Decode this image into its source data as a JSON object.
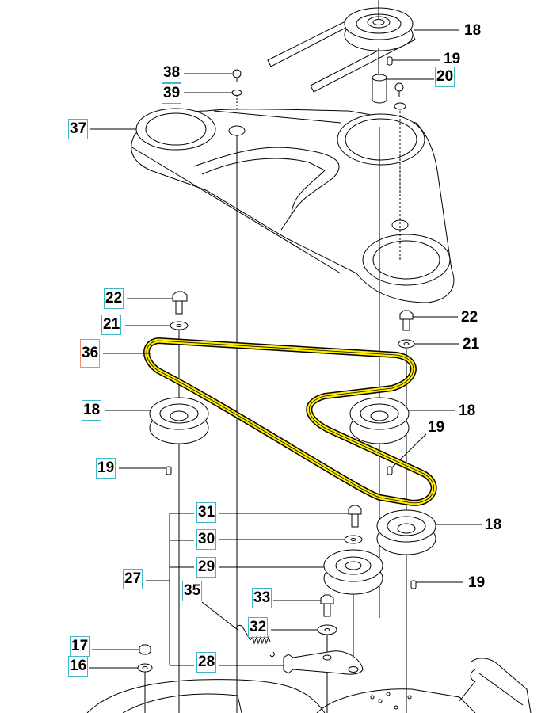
{
  "diagram": {
    "type": "exploded-parts-diagram",
    "highlight_color": "#ffec00",
    "callout_box_color": "#3fb8c8",
    "selected_callout_color": "#f08a6a",
    "selected_part": "36",
    "callouts": {
      "c18_top": "18",
      "c19_top": "19",
      "c20": "20",
      "c38": "38",
      "c39": "39",
      "c37": "37",
      "c22_left": "22",
      "c21_left": "21",
      "c36": "36",
      "c22_right": "22",
      "c21_right": "21",
      "c18_left": "18",
      "c18_mid": "18",
      "c19_mid": "19",
      "c19_left": "19",
      "c31": "31",
      "c18_low": "18",
      "c30": "30",
      "c27": "27",
      "c29": "29",
      "c19_low": "19",
      "c35": "35",
      "c33": "33",
      "c32": "32",
      "c17": "17",
      "c16": "16",
      "c28": "28"
    }
  }
}
